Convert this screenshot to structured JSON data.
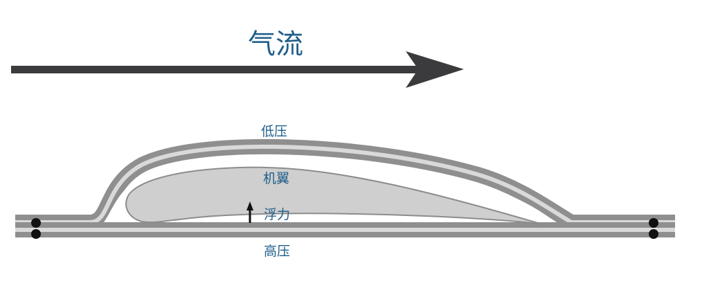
{
  "labels": {
    "airflow": "气流",
    "low_pressure": "低压",
    "wing": "机翼",
    "lift": "浮力",
    "high_pressure": "高压"
  },
  "colors": {
    "arrow": "#3b3b3d",
    "label": "#1f5f8b",
    "band_outer": "#8f8f8f",
    "band_inner": "#d9d9d9",
    "wing_fill": "#cfcfcf",
    "wing_stroke": "#8c8c8c",
    "dots": "#111111",
    "lift_arrow": "#111111"
  }
}
